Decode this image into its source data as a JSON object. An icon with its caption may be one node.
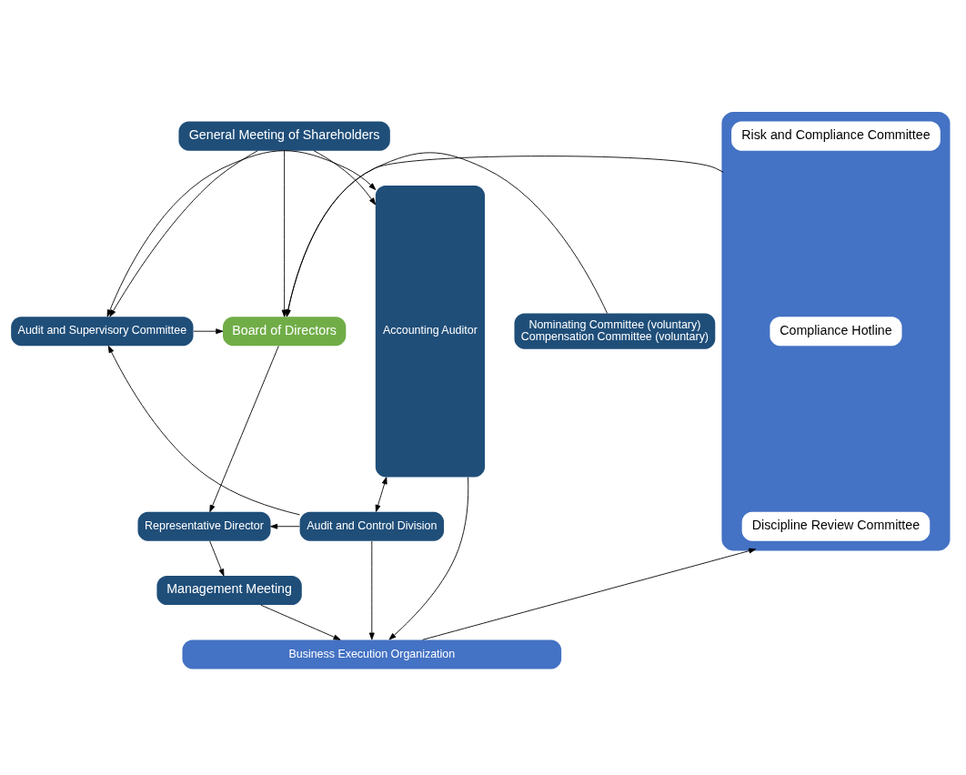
{
  "diagram": {
    "nodes": [
      {
        "text": [
          "General Meeting of Shareholders"
        ]
      },
      {
        "text": [
          "Nominating Committee (voluntary)",
          "Compensation Committee (voluntary)"
        ]
      },
      {
        "text": [
          "Board of Directors"
        ]
      },
      {
        "text": [
          "Audit and Supervisory Committee"
        ]
      },
      {
        "text": [
          "Accounting Auditor"
        ]
      },
      {
        "text": [
          "Representative Director"
        ]
      },
      {
        "text": [
          "Audit and Control Division"
        ]
      },
      {
        "text": [],
        "shape": "box"
      },
      {
        "text": [
          "Risk and Compliance Committee"
        ],
        "in": 7
      },
      {
        "text": [
          "Compliance Hotline"
        ],
        "in": 7
      },
      {
        "text": [
          "Discipline Review Committee"
        ],
        "in": 7
      },
      {
        "text": [
          "Management Meeting"
        ]
      },
      {
        "text": [
          "Business Execution Organization"
        ]
      }
    ],
    "edges": [
      {
        "from": 0,
        "to": 2,
        "arrow": "to"
      },
      {
        "from": 0,
        "to": 3,
        "arrow": "to"
      },
      {
        "from": 0,
        "to": 4,
        "arrow": "to"
      },
      {
        "from": 1,
        "to": 2,
        "arrow": "to"
      },
      {
        "from": 7,
        "to": 2,
        "arrow": "to"
      },
      {
        "from": 3,
        "to": 2,
        "arrow": "to"
      },
      {
        "from": 3,
        "to": 4,
        "arrow": "both"
      },
      {
        "from": 2,
        "to": 5,
        "arrow": "to"
      },
      {
        "from": 6,
        "to": 5,
        "arrow": "to"
      },
      {
        "from": 6,
        "to": 4,
        "arrow": "both"
      },
      {
        "from": 6,
        "to": 3,
        "arrow": "to"
      },
      {
        "from": 6,
        "to": 12,
        "arrow": "to"
      },
      {
        "from": 5,
        "to": 11,
        "arrow": "to"
      },
      {
        "from": 11,
        "to": 12,
        "arrow": "to"
      },
      {
        "from": 12,
        "to": 7,
        "arrow": "to"
      },
      {
        "from": 4,
        "to": 12,
        "arrow": "to"
      }
    ]
  }
}
